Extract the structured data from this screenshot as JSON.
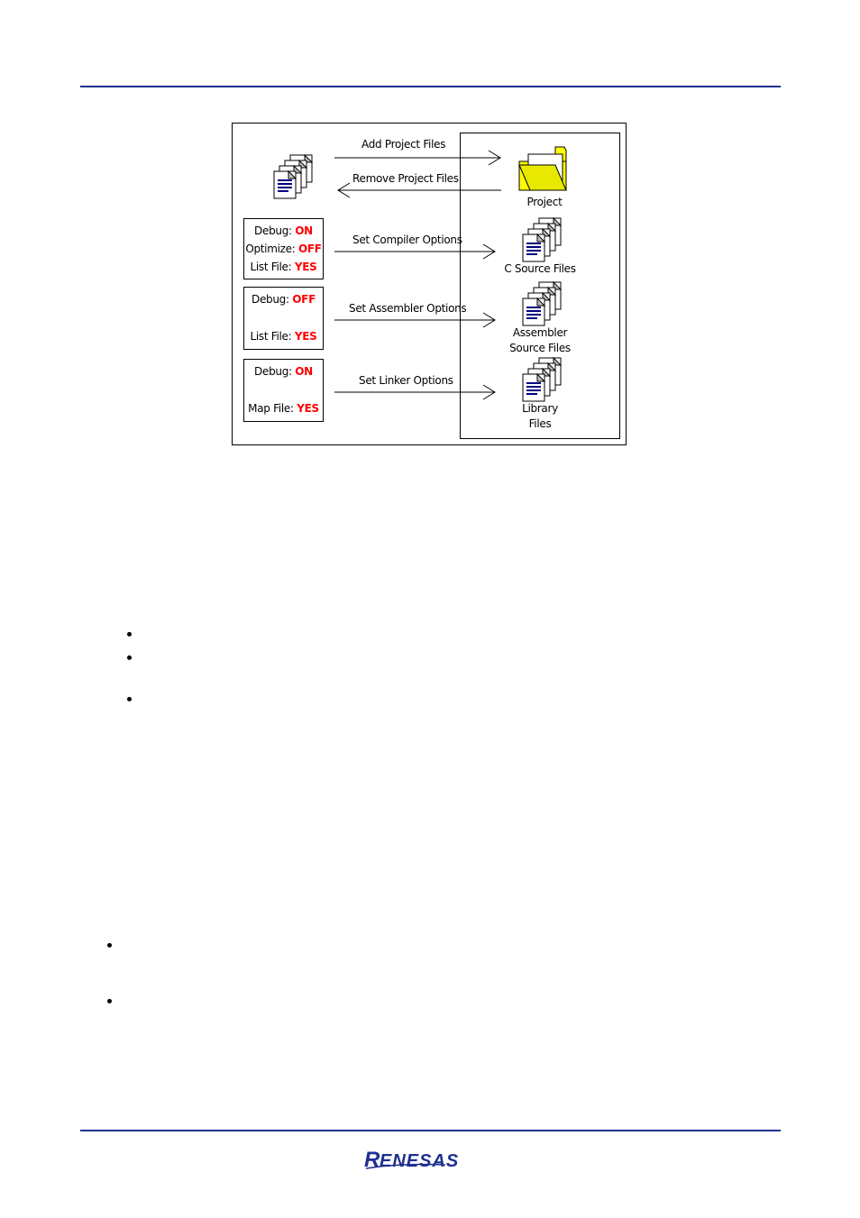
{
  "diagram": {
    "actions": {
      "add_project_files": "Add Project Files",
      "remove_project_files": "Remove Project Files",
      "set_compiler_options": "Set Compiler Options",
      "set_assembler_options": "Set Assembler Options",
      "set_linker_options": "Set Linker Options"
    },
    "targets": {
      "project": "Project",
      "c_source_files": "C Source Files",
      "assembler_line1": "Assembler",
      "assembler_line2": "Source Files",
      "library_line1": "Library",
      "library_line2": "Files"
    },
    "compiler_options": {
      "debug_label": "Debug:",
      "debug_value": "ON",
      "optimize_label": "Optimize:",
      "optimize_value": "OFF",
      "listfile_label": "List File:",
      "listfile_value": "YES"
    },
    "assembler_options": {
      "debug_label": "Debug:",
      "debug_value": "OFF",
      "listfile_label": "List File:",
      "listfile_value": "YES"
    },
    "linker_options": {
      "debug_label": "Debug:",
      "debug_value": "ON",
      "mapfile_label": "Map File:",
      "mapfile_value": "YES"
    },
    "colors": {
      "option_value": "#ff0000",
      "folder": "#ffff00",
      "document_lines": "#000080",
      "rule": "#1f2f8f"
    }
  },
  "footer": {
    "logo_text": "RENESAS"
  }
}
